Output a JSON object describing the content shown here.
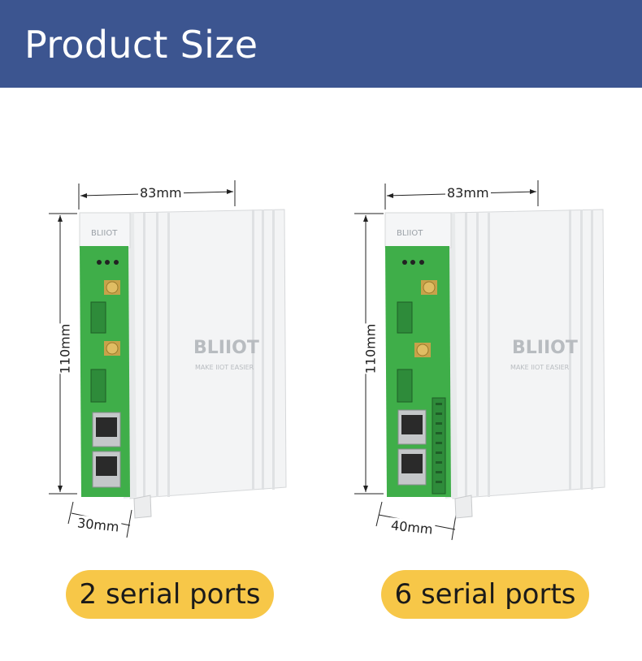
{
  "header": {
    "title": "Product Size"
  },
  "products": [
    {
      "width_label": "83mm",
      "height_label": "110mm",
      "depth_label": "30mm",
      "brand": "BLIIOT",
      "slogan": "MAKE IIOT EASIER",
      "port_label": "2 serial ports"
    },
    {
      "width_label": "83mm",
      "height_label": "110mm",
      "depth_label": "40mm",
      "brand": "BLIIOT",
      "slogan": "MAKE IIOT EASIER",
      "port_label": "6 serial ports"
    }
  ],
  "colors": {
    "header_bg": "#3c5590",
    "pill_bg": "#f7c748",
    "pcb_green": "#3fae49"
  }
}
